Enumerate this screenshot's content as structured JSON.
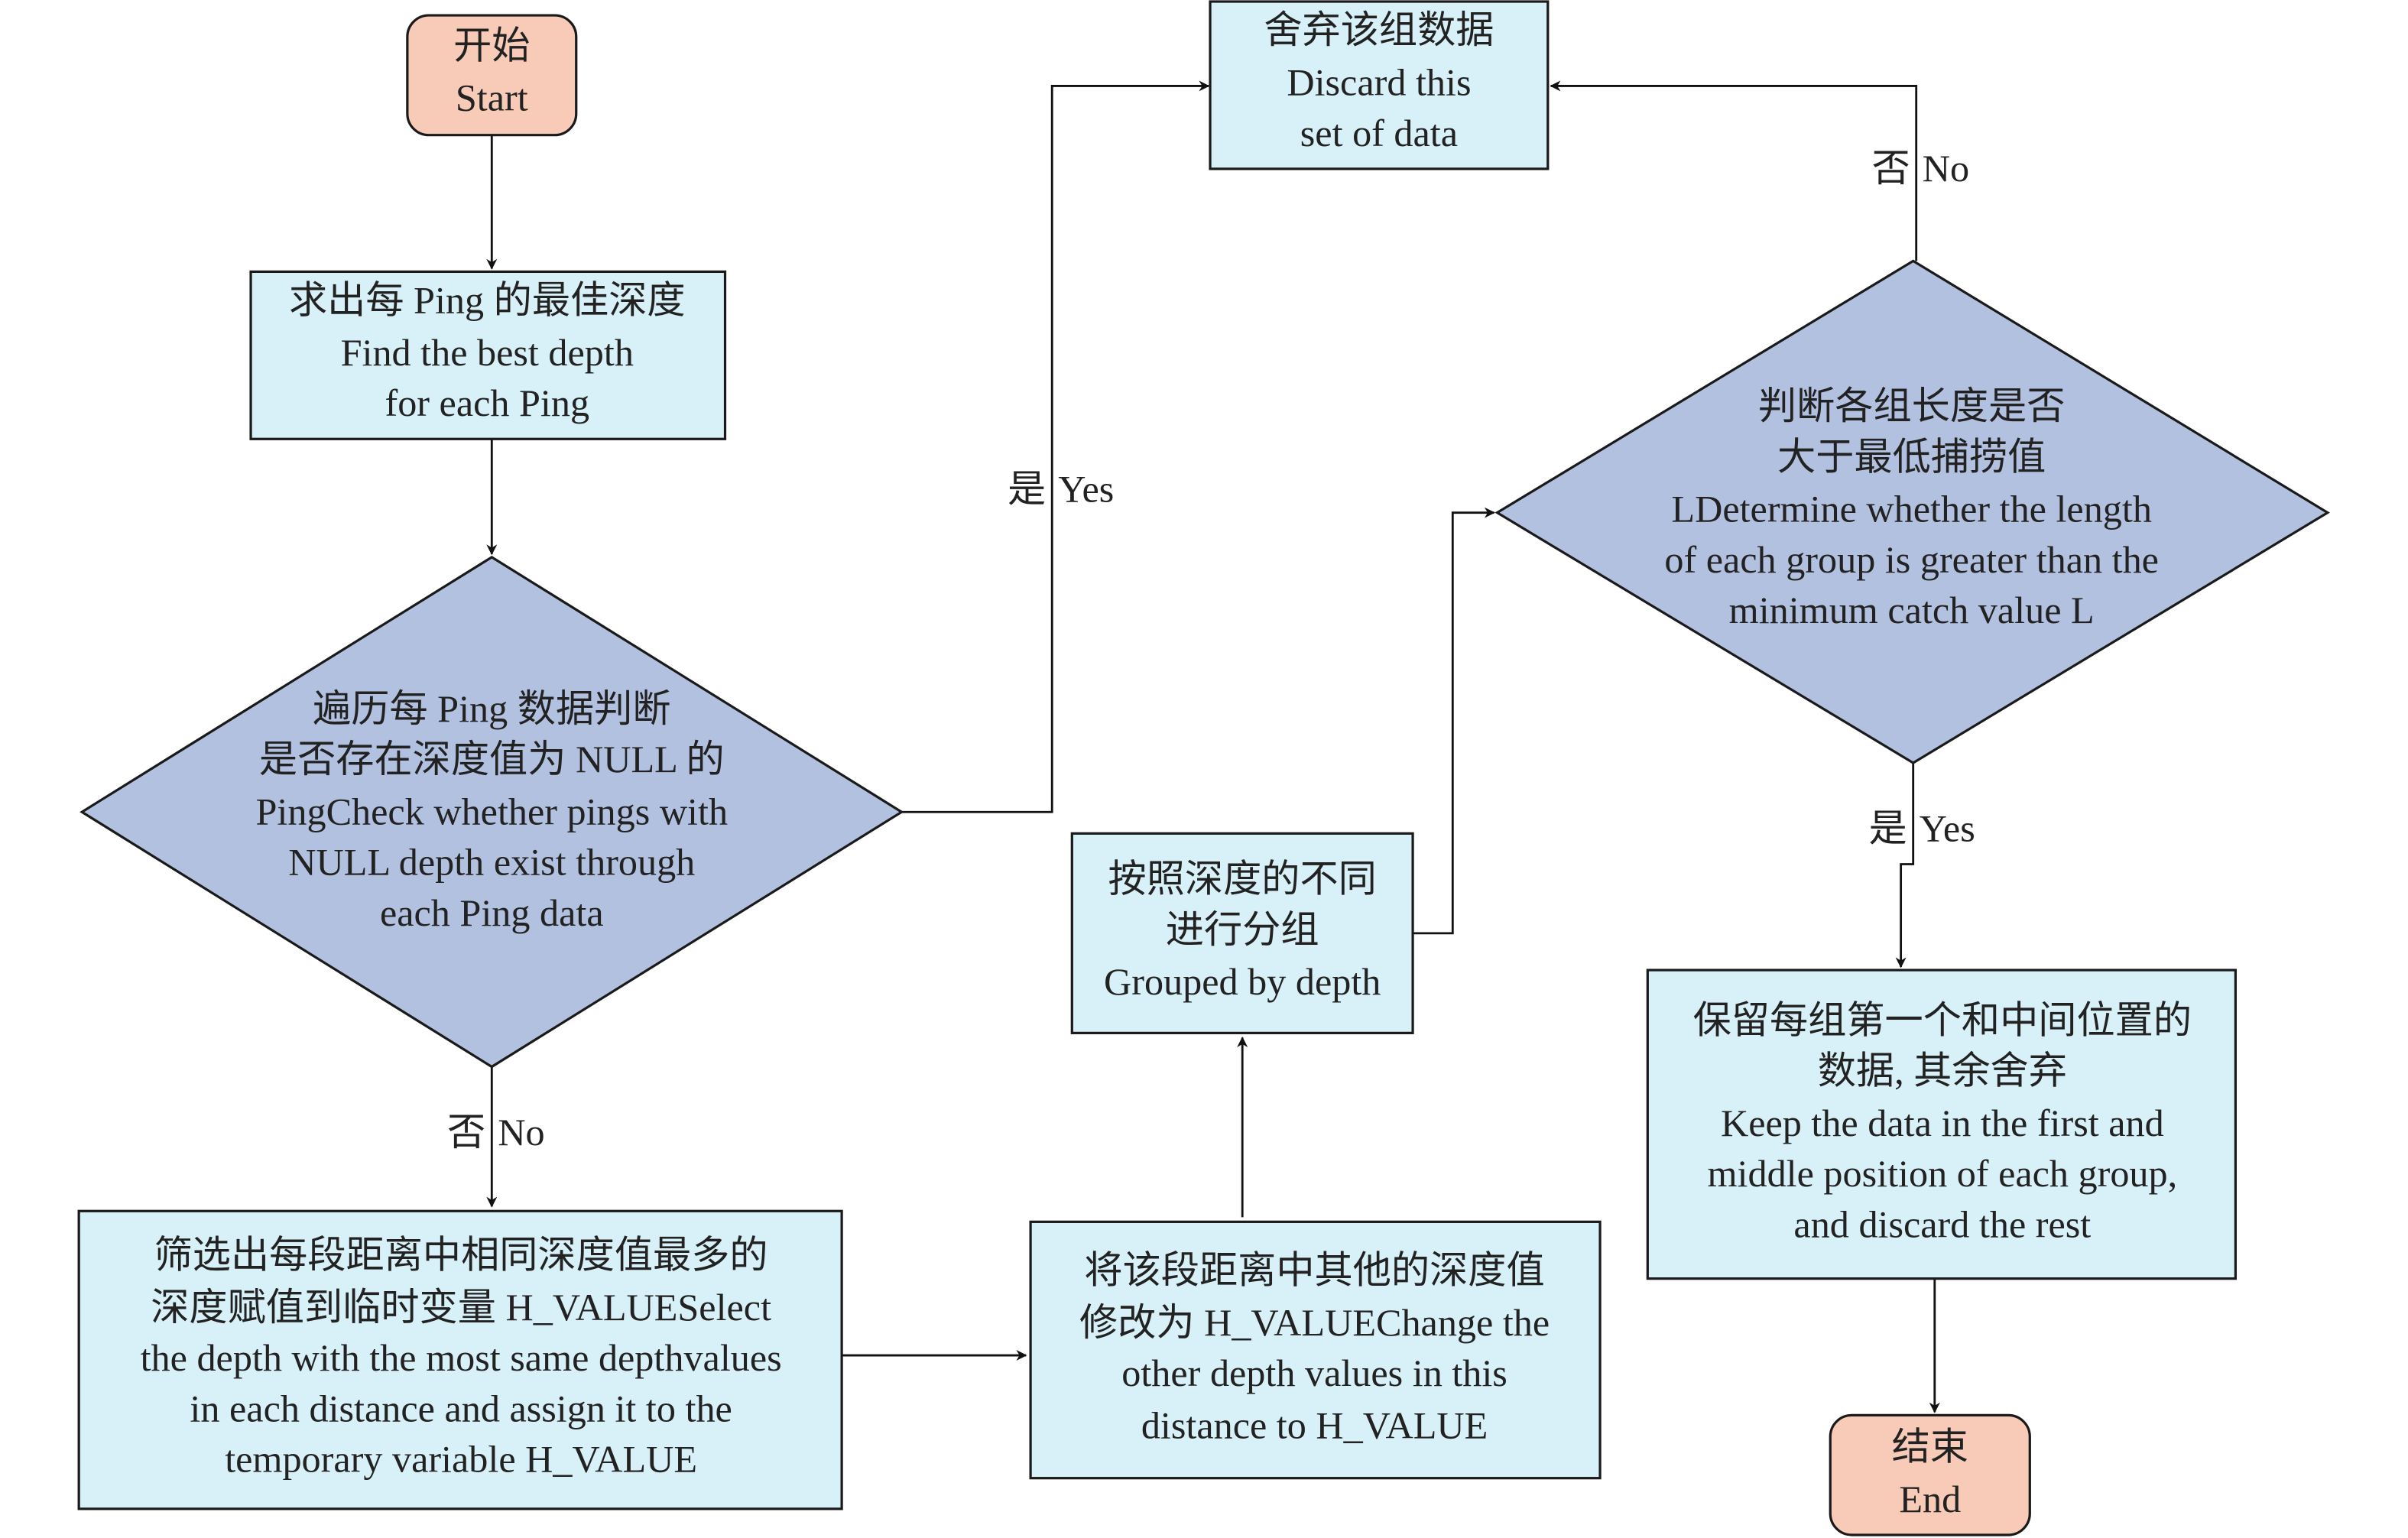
{
  "title": "Flowchart of depth data screening",
  "colors": {
    "terminal_fill": "#f7cbb7",
    "process_fill": "#d8f0f8",
    "decision_fill": "#b3c1e0",
    "stroke": "#1a1a1a"
  },
  "nodes": {
    "start": {
      "type": "terminal",
      "lines": [
        "开始",
        "Start"
      ]
    },
    "find_best_depth": {
      "type": "process",
      "lines": [
        "求出每 Ping 的最佳深度",
        "Find the best depth",
        "for each Ping"
      ]
    },
    "null_check": {
      "type": "decision",
      "lines": [
        "遍历每 Ping 数据判断",
        "是否存在深度值为 NULL 的",
        "PingCheck whether pings with",
        "NULL depth exist through",
        "each Ping data"
      ]
    },
    "discard": {
      "type": "process",
      "lines": [
        "舍弃该组数据",
        "Discard this",
        "set of data"
      ]
    },
    "select_h_value": {
      "type": "process",
      "lines": [
        "筛选出每段距离中相同深度值最多的",
        "深度赋值到临时变量 H_VALUESelect",
        "the depth with the most same depthvalues",
        "in each distance and assign it to the",
        "temporary variable H_VALUE"
      ]
    },
    "change_depths": {
      "type": "process",
      "lines": [
        "将该段距离中其他的深度值",
        "修改为 H_VALUEChange the",
        "other depth values in this",
        "distance to H_VALUE"
      ]
    },
    "group_by_depth": {
      "type": "process",
      "lines": [
        "按照深度的不同",
        "进行分组",
        "Grouped by depth"
      ]
    },
    "length_check": {
      "type": "decision",
      "lines": [
        "判断各组长度是否",
        "大于最低捕捞值",
        "LDetermine whether the length",
        "of each group is greater than the",
        "minimum catch value L"
      ]
    },
    "keep_data": {
      "type": "process",
      "lines": [
        "保留每组第一个和中间位置的",
        "数据, 其余舍弃",
        "Keep the data in the first and",
        "middle position of each group,",
        "and discard the rest"
      ]
    },
    "end": {
      "type": "terminal",
      "lines": [
        "结束",
        "End"
      ]
    }
  },
  "edges": {
    "start_to_find": {
      "from": "start",
      "to": "find_best_depth",
      "label_cn": "",
      "label_en": ""
    },
    "find_to_check": {
      "from": "find_best_depth",
      "to": "null_check",
      "label_cn": "",
      "label_en": ""
    },
    "check_yes": {
      "from": "null_check",
      "to": "discard",
      "label_cn": "是",
      "label_en": "Yes"
    },
    "check_no": {
      "from": "null_check",
      "to": "select_h_value",
      "label_cn": "否",
      "label_en": "No"
    },
    "select_to_change": {
      "from": "select_h_value",
      "to": "change_depths",
      "label_cn": "",
      "label_en": ""
    },
    "change_to_group": {
      "from": "change_depths",
      "to": "group_by_depth",
      "label_cn": "",
      "label_en": ""
    },
    "group_to_length": {
      "from": "group_by_depth",
      "to": "length_check",
      "label_cn": "",
      "label_en": ""
    },
    "length_no": {
      "from": "length_check",
      "to": "discard",
      "label_cn": "否",
      "label_en": "No"
    },
    "length_yes": {
      "from": "length_check",
      "to": "keep_data",
      "label_cn": "是",
      "label_en": "Yes"
    },
    "keep_to_end": {
      "from": "keep_data",
      "to": "end",
      "label_cn": "",
      "label_en": ""
    }
  }
}
